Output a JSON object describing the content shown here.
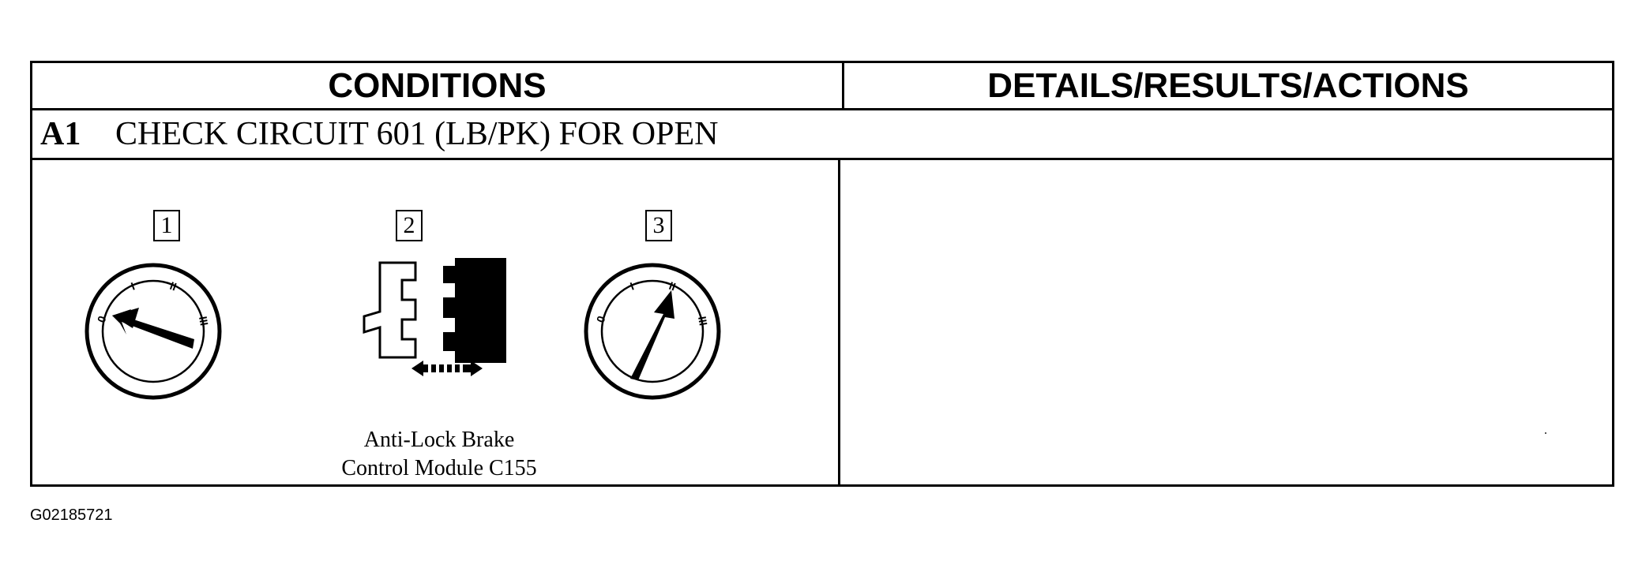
{
  "table": {
    "headers": {
      "conditions": "CONDITIONS",
      "details": "DETAILS/RESULTS/ACTIONS"
    },
    "step": {
      "id": "A1",
      "title": "CHECK CIRCUIT 601 (LB/PK) FOR OPEN"
    },
    "illustrations": [
      {
        "number": "1"
      },
      {
        "number": "2",
        "caption_line1": "Anti-Lock Brake",
        "caption_line2": "Control Module C155"
      },
      {
        "number": "3"
      }
    ],
    "ignition_marks": [
      "0",
      "I",
      "II",
      "III"
    ],
    "details_text": ""
  },
  "figure_code": "G02185721"
}
